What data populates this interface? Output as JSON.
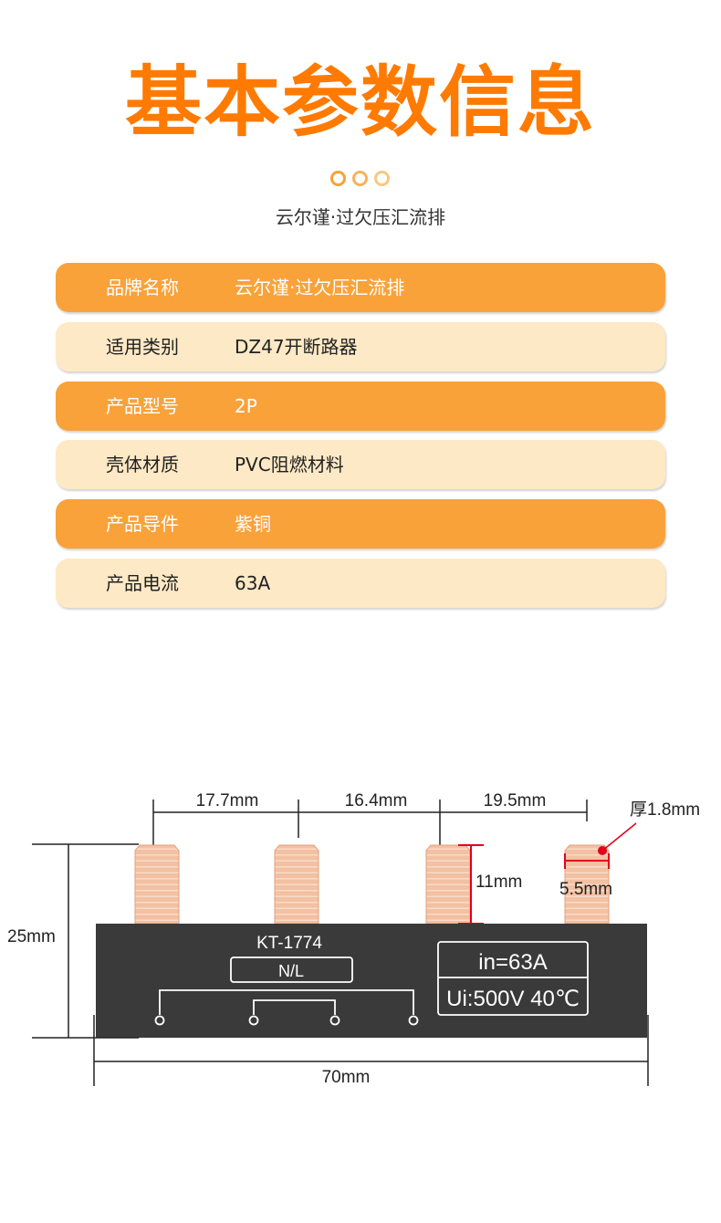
{
  "header": {
    "title": "基本参数信息",
    "subtitle": "云尔谨·过欠压汇流排"
  },
  "params": [
    {
      "label": "品牌名称",
      "value": "云尔谨·过欠压汇流排"
    },
    {
      "label": "适用类别",
      "value": "DZ47开断路器"
    },
    {
      "label": "产品型号",
      "value": "2P"
    },
    {
      "label": "壳体材质",
      "value": "PVC阻燃材料"
    },
    {
      "label": "产品导件",
      "value": "紫铜"
    },
    {
      "label": "产品电流",
      "value": "63A"
    }
  ],
  "colors": {
    "accent": "#ff7a00",
    "row_dark": "#f9a23a",
    "row_light": "#fde9c5",
    "body": "#3a3a3a",
    "copper": "#f1b99a",
    "dimension_red": "#e3001b"
  },
  "diagram": {
    "spacing_1": "17.7mm",
    "spacing_2": "16.4mm",
    "spacing_3": "19.5mm",
    "thickness": "厚1.8mm",
    "pin_height": "11mm",
    "pin_width": "5.5mm",
    "total_height": "25mm",
    "total_length": "70mm",
    "model": "KT-1774",
    "phase": "N/L",
    "current_rating": "in=63A",
    "voltage_rating": "Ui:500V 40℃"
  }
}
